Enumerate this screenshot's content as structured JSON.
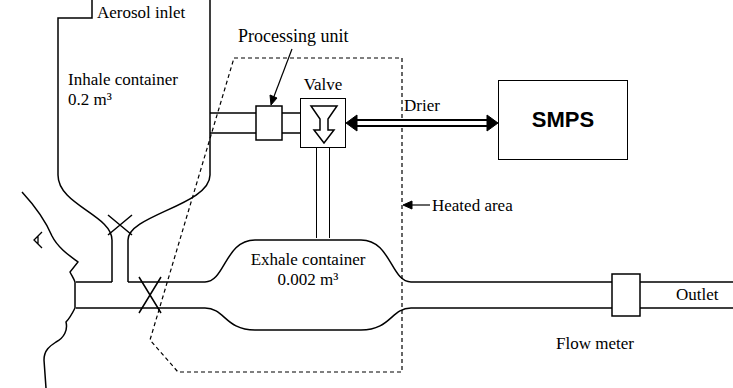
{
  "diagram": {
    "nodes": [
      {
        "text": [
          "Inhale container",
          "0.2 m³"
        ]
      },
      {
        "text": [
          "Valve"
        ]
      },
      {
        "text": [
          "SMPS"
        ]
      },
      {
        "text": [
          "Exhale container",
          "0.002 m³"
        ]
      }
    ],
    "edges": [
      {
        "from": 1,
        "to": 2,
        "arrow": "both",
        "label": "Drier"
      },
      {
        "from": 3,
        "to": 1,
        "arrow": "none"
      }
    ],
    "labels": [
      "Aerosol inlet",
      "Processing unit",
      "Heated area",
      "Outlet",
      "Flow meter"
    ]
  }
}
